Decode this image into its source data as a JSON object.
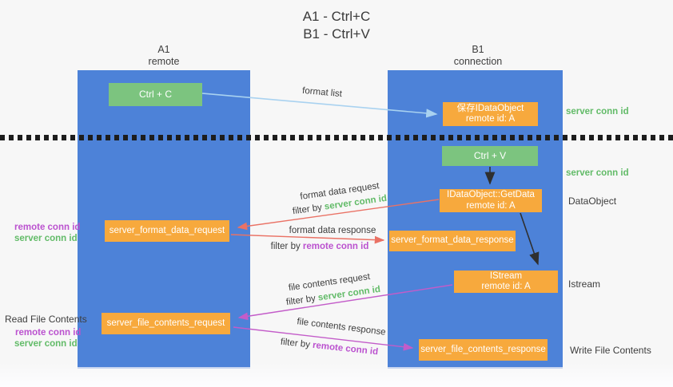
{
  "title": {
    "line1": "A1 - Ctrl+C",
    "line2": "B1 - Ctrl+V"
  },
  "lanes": {
    "a1": {
      "name": "A1",
      "role": "remote"
    },
    "b1": {
      "name": "B1",
      "role": "connection"
    }
  },
  "nodes": {
    "ctrl_c": "Ctrl + C",
    "ctrl_v": "Ctrl + V",
    "save_idataobject": {
      "line1": "保存IDataObject",
      "line2": "remote id: A"
    },
    "getdata": {
      "line1": "IDataObject::GetData",
      "line2": "remote id: A"
    },
    "istream": {
      "line1": "IStream",
      "line2": "remote id: A"
    },
    "format_request": "server_format_data_request",
    "format_response": "server_format_data_response",
    "file_request": "server_file_contents_request",
    "file_response": "server_file_contents_response"
  },
  "flow_labels": {
    "format_list": "format list",
    "format_data_request": "format data request",
    "format_data_response": "format data response",
    "file_contents_request": "file contents request",
    "file_contents_response": "file contents response",
    "filter_by": "filter by ",
    "server_conn_id": "server conn id",
    "remote_conn_id": "remote conn id"
  },
  "side_labels": {
    "server_conn_id_top": "server conn id",
    "server_conn_id_mid": "server conn id",
    "dataobject": "DataObject",
    "istream": "Istream",
    "write_file_contents": "Write File Contents",
    "read_file_contents": "Read File Contents",
    "remote_conn_id": "remote conn id",
    "server_conn_id": "server conn id"
  },
  "colors": {
    "lane-blue": "#4d82d8",
    "box-green": "#7cc47f",
    "box-orange": "#f7a93d",
    "arrow-red": "#ea7265",
    "arrow-purple": "#c35cc9",
    "arrow-blue": "#a9d2f0",
    "arrow-black": "#2f2f2f",
    "text-green": "#62bb68",
    "text-purple": "#bb52cf",
    "text-dark": "#3d3d3d",
    "background": "#f7f7f7"
  }
}
